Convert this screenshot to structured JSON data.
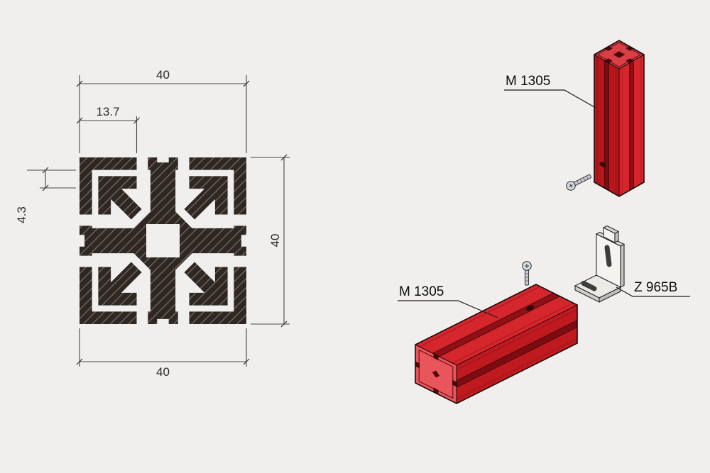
{
  "background": "#f0efed",
  "cross_section": {
    "dims": {
      "width_top": "40",
      "slot_offset": "13.7",
      "flange": "4.3",
      "height": "40",
      "width_bottom": "40"
    }
  },
  "parts": {
    "vertical_profile": "M 1305",
    "horizontal_profile": "M 1305",
    "bracket": "Z 965B"
  },
  "colors": {
    "profile_section": "#2f2723",
    "hatch": "#c8b9a8",
    "dimension_lines": "#4a4542",
    "red_main": "#d5262d",
    "red_side": "#bf1a20",
    "red_groove": "#8f1015",
    "red_end_face": "#e8555b",
    "bracket_body": "#f4f3f0",
    "screw_metal": "#c6cad0"
  }
}
